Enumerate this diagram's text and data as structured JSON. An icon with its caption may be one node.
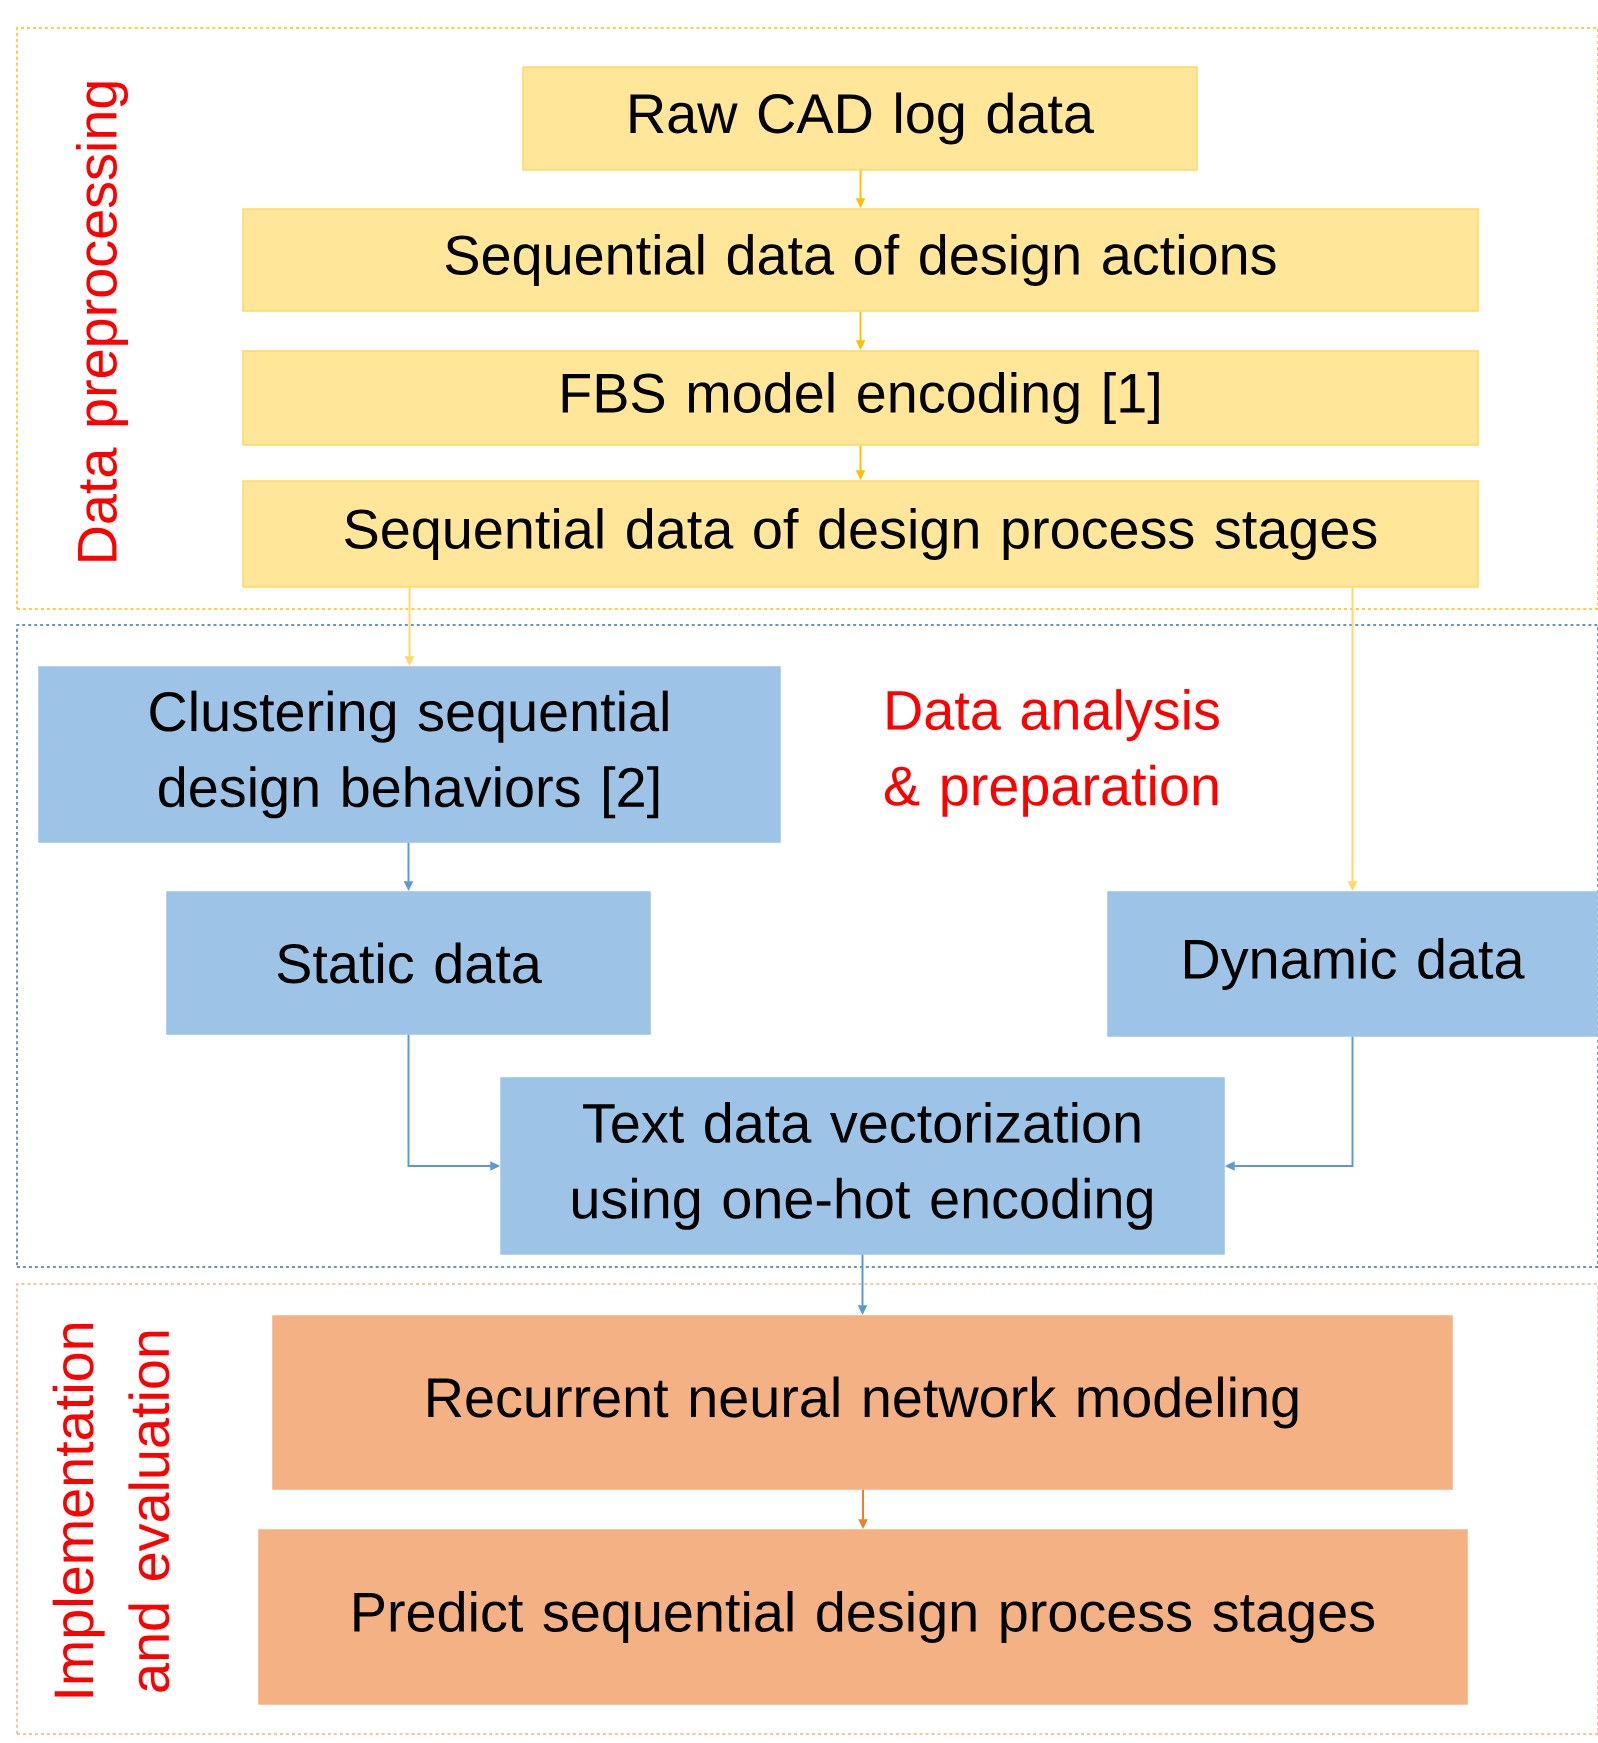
{
  "diagram": {
    "nodes": [
      {
        "text": [
          "Data preprocessing"
        ]
      },
      {
        "text": [
          "Raw CAD log data"
        ],
        "in": 0
      },
      {
        "text": [
          "Sequential data of design actions"
        ],
        "in": 0
      },
      {
        "text": [
          "FBS model encoding [1]"
        ],
        "in": 0
      },
      {
        "text": [
          "Sequential data of design process stages"
        ],
        "in": 0
      },
      {
        "text": [
          "Data analysis & preparation"
        ]
      },
      {
        "text": [
          "Clustering sequential design behaviors [2]"
        ],
        "in": 5
      },
      {
        "text": [
          "Static data"
        ],
        "in": 5
      },
      {
        "text": [
          "Dynamic data"
        ],
        "in": 5
      },
      {
        "text": [
          "Text data vectorization using one-hot encoding"
        ],
        "in": 5
      },
      {
        "text": [
          "Implementation and evaluation"
        ]
      },
      {
        "text": [
          "Recurrent neural network modeling"
        ],
        "in": 10
      },
      {
        "text": [
          "Predict sequential design process stages"
        ],
        "in": 10
      }
    ],
    "edges": [
      {
        "from": 1,
        "to": 2,
        "arrow": "to",
        "color": "#ffc000"
      },
      {
        "from": 2,
        "to": 3,
        "arrow": "to",
        "color": "#ffc000"
      },
      {
        "from": 3,
        "to": 4,
        "arrow": "to",
        "color": "#ffc000"
      },
      {
        "from": 4,
        "to": 6,
        "arrow": "to",
        "color": "#ffd966"
      },
      {
        "from": 4,
        "to": 8,
        "arrow": "to",
        "color": "#ffd966"
      },
      {
        "from": 6,
        "to": 7,
        "arrow": "to",
        "color": "#5b9bd5"
      },
      {
        "from": 7,
        "to": 9,
        "arrow": "to",
        "color": "#5b9bd5"
      },
      {
        "from": 8,
        "to": 9,
        "arrow": "to",
        "color": "#5b9bd5"
      },
      {
        "from": 9,
        "to": 11,
        "arrow": "to",
        "color": "#5b9bd5"
      },
      {
        "from": 11,
        "to": 12,
        "arrow": "to",
        "color": "#ed7d31"
      }
    ]
  }
}
